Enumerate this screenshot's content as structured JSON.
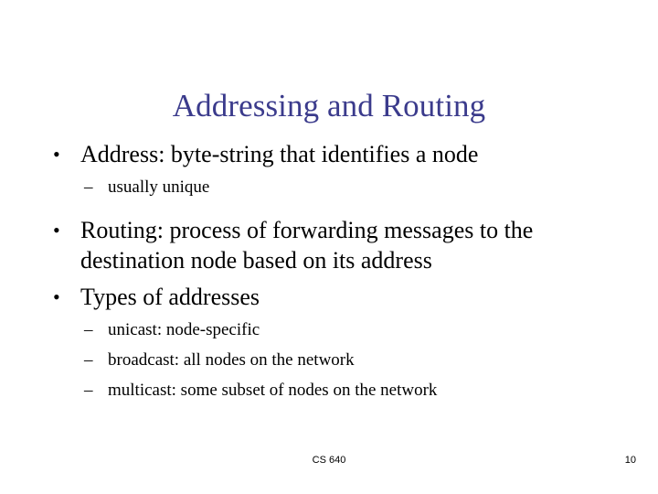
{
  "slide": {
    "title": "Addressing and Routing",
    "title_color": "#3b3b8c",
    "background_color": "#ffffff",
    "body_color": "#000000",
    "bullet_marker_l1": "•",
    "bullet_marker_l2": "–",
    "content": [
      {
        "level": 1,
        "text": "Address: byte-string that identifies a node"
      },
      {
        "level": 2,
        "text": "usually unique"
      },
      {
        "level": 1,
        "text": "Routing: process of forwarding messages to the destination node based on its address"
      },
      {
        "level": 1,
        "text": "Types of addresses"
      },
      {
        "level": 2,
        "text": "unicast: node-specific"
      },
      {
        "level": 2,
        "text": "broadcast: all nodes on the network"
      },
      {
        "level": 2,
        "text": "multicast: some subset of nodes on the network"
      }
    ],
    "footer": {
      "course": "CS 640",
      "page_number": "10"
    }
  }
}
